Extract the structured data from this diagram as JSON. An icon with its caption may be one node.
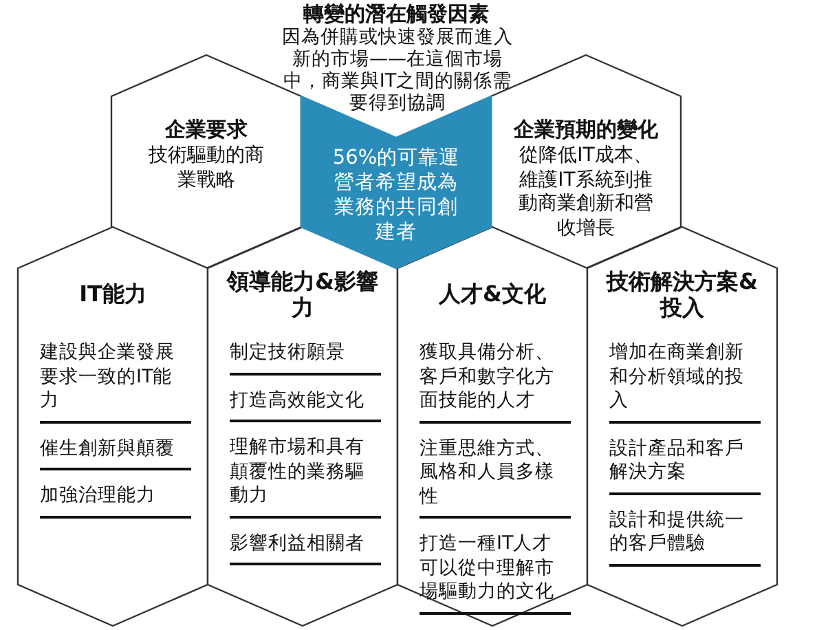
{
  "diagram": {
    "nodes": [
      {
        "text": [
          "轉變的潛在觸發因素",
          "因為併購或快速發展而進入新的市場——在這個市場中，商業與IT之間的關係需要得到協調"
        ]
      },
      {
        "text": [
          "企業要求",
          "技術驅動的商業戰略"
        ]
      },
      {
        "text": [
          "56%的可靠運營者希望成為業務的共同創建者"
        ]
      },
      {
        "text": [
          "企業預期的變化",
          "從降低IT成本、維護IT系統到推動商業創新和營收增長"
        ]
      },
      {
        "text": [
          "IT能力",
          "建設與企業發展要求一致的IT能力",
          "催生創新與顛覆",
          "加強治理能力"
        ]
      },
      {
        "text": [
          "領導能力&影響力",
          "制定技術願景",
          "打造高效能文化",
          "理解市場和具有顛覆性的業務驅動力",
          "影響利益相關者"
        ]
      },
      {
        "text": [
          "人才&文化",
          "獲取具備分析、客戶和數字化方面技能的人才",
          "注重思維方式、風格和人員多樣性",
          "打造一種IT人才可以從中理解市場驅動力的文化"
        ]
      },
      {
        "text": [
          "技術解決方案&投入",
          "增加在商業創新和分析領域的投入",
          "設計產品和客戶解決方案",
          "設計和提供統一的客戶體驗"
        ]
      }
    ],
    "edges": []
  }
}
